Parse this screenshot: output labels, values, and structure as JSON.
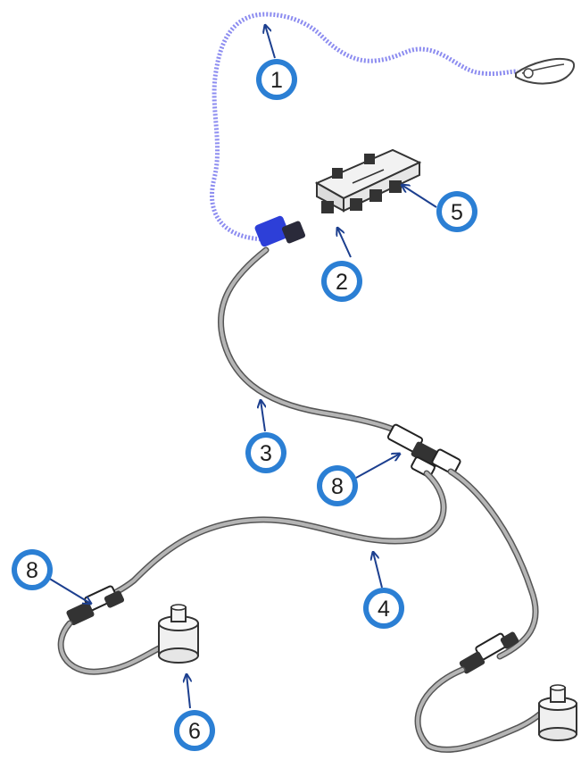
{
  "diagram": {
    "colors": {
      "callout_fill": "#2b7fd4",
      "callout_inner": "#ffffff",
      "callout_text": "#1f1f1f",
      "cable": "#8a8a8a",
      "cable_outline": "#555555",
      "coiled_cable": "#8c8cf0",
      "connector_blue": "#2d3fd8"
    },
    "callouts": [
      {
        "id": "c1",
        "label": "1"
      },
      {
        "id": "c2",
        "label": "2"
      },
      {
        "id": "c3",
        "label": "3"
      },
      {
        "id": "c4",
        "label": "4"
      },
      {
        "id": "c5",
        "label": "5"
      },
      {
        "id": "c6",
        "label": "6"
      },
      {
        "id": "c8a",
        "label": "8"
      },
      {
        "id": "c8b",
        "label": "8"
      }
    ]
  }
}
